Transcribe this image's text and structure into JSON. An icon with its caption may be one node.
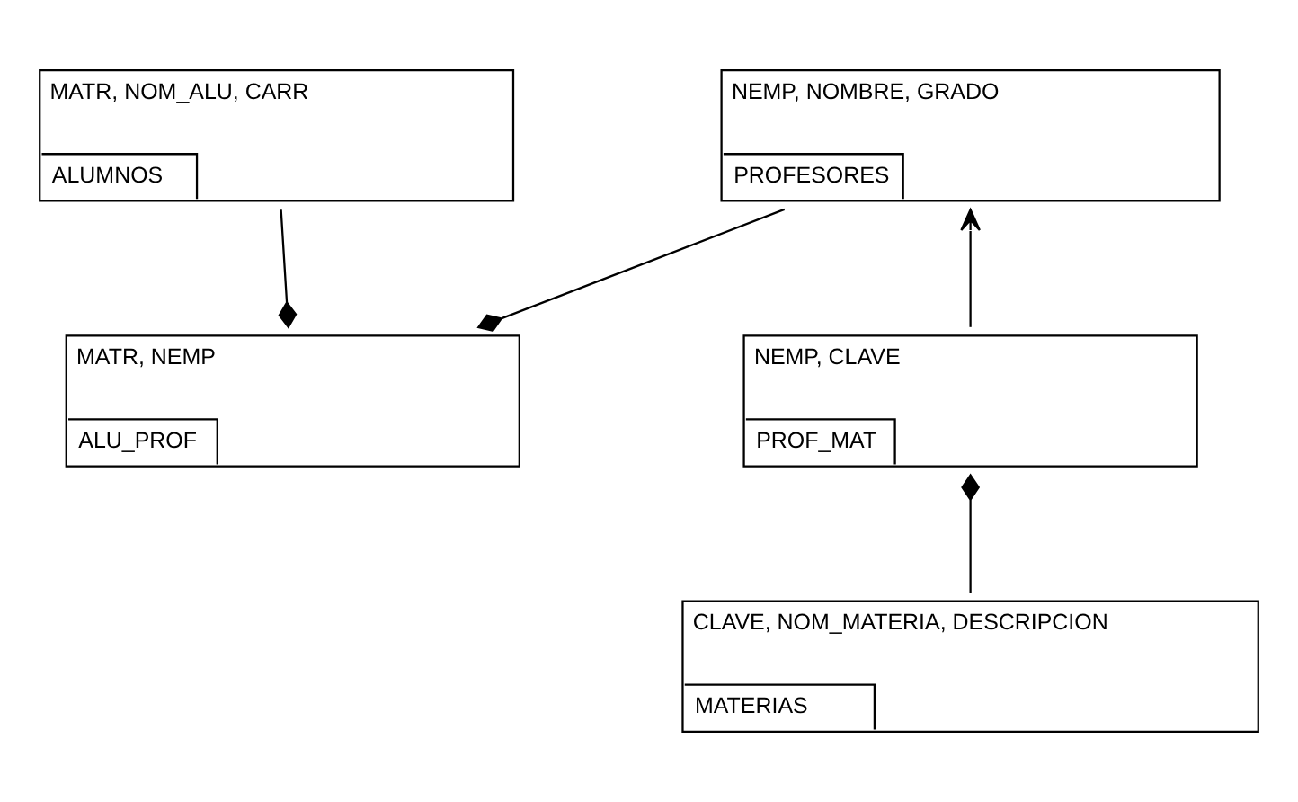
{
  "diagram": {
    "nodes": [
      {
        "text": [
          "MATR, NOM_ALU, CARR",
          "ALUMNOS"
        ]
      },
      {
        "text": [
          "NEMP, NOMBRE, GRADO",
          "PROFESORES"
        ]
      },
      {
        "text": [
          "MATR, NEMP",
          "ALU_PROF"
        ]
      },
      {
        "text": [
          "NEMP, CLAVE",
          "PROF_MAT"
        ]
      },
      {
        "text": [
          "CLAVE, NOM_MATERIA, DESCRIPCION",
          "MATERIAS"
        ]
      }
    ],
    "edges": [
      {
        "from": 0,
        "to": 2,
        "arrow": "other"
      },
      {
        "from": 1,
        "to": 2,
        "arrow": "other"
      },
      {
        "from": 3,
        "to": 1,
        "arrow": "to"
      },
      {
        "from": 4,
        "to": 3,
        "arrow": "other"
      }
    ]
  }
}
